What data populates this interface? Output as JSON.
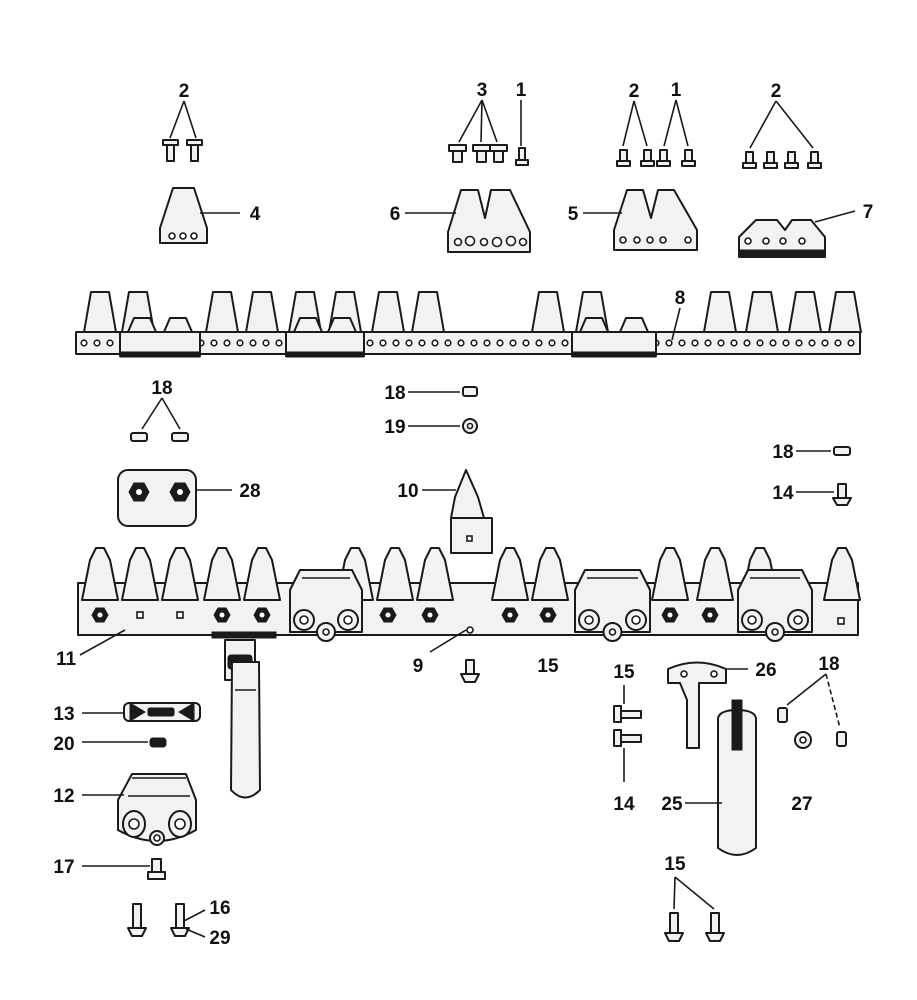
{
  "labels": {
    "l1a": "1",
    "l1b": "1",
    "l2a": "2",
    "l2b": "2",
    "l2c": "2",
    "l3": "3",
    "l4": "4",
    "l5": "5",
    "l6": "6",
    "l7": "7",
    "l8": "8",
    "l9": "9",
    "l10": "10",
    "l11": "11",
    "l12": "12",
    "l13": "13",
    "l14a": "14",
    "l14b": "14",
    "l15a": "15",
    "l15b": "15",
    "l15c": "15",
    "l16": "16",
    "l17": "17",
    "l18a": "18",
    "l18b": "18",
    "l18c": "18",
    "l18d": "18",
    "l19": "19",
    "l20": "20",
    "l25": "25",
    "l26": "26",
    "l27": "27",
    "l28": "28",
    "l29": "29"
  }
}
